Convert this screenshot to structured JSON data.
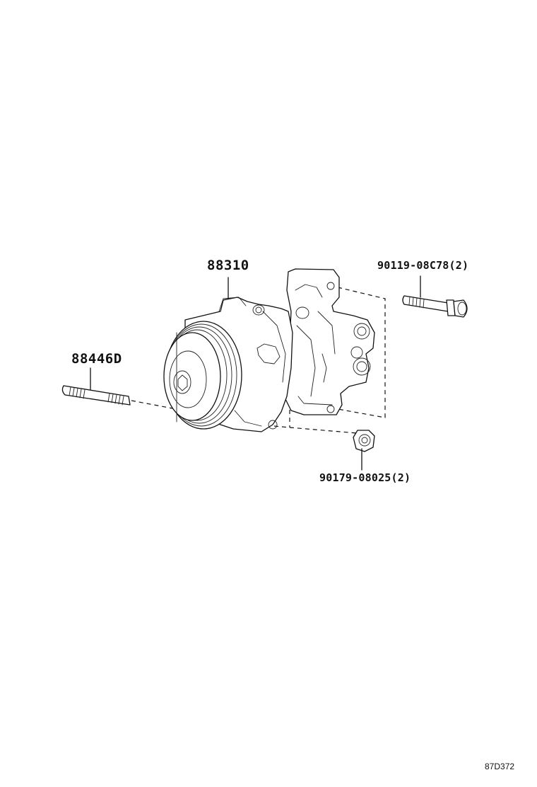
{
  "diagram": {
    "id_code": "87D372",
    "parts": [
      {
        "key": "compressor",
        "number": "88310"
      },
      {
        "key": "stud",
        "number": "88446D"
      },
      {
        "key": "bolt",
        "number": "90119-08C78",
        "qty": "(2)"
      },
      {
        "key": "nut",
        "number": "90179-08025",
        "qty": "(2)"
      }
    ]
  }
}
